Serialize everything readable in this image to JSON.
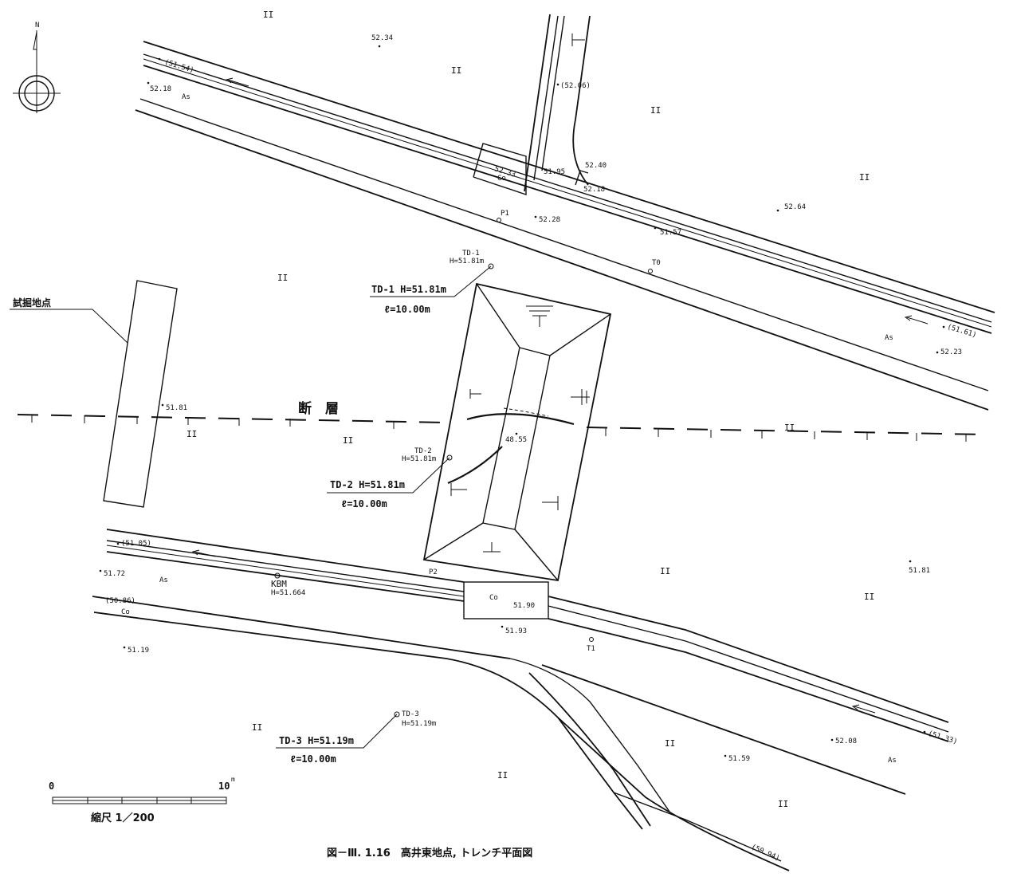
{
  "caption": "図－Ⅲ. 1.16　高井東地点, トレンチ平面図",
  "north": "N",
  "fault_label": "断　層",
  "test_pit_label": "試掘地点",
  "scale": {
    "zero": "0",
    "ten": "10",
    "unit": "m",
    "label": "縮尺 1／200"
  },
  "trenches": [
    {
      "id": "TD-1",
      "small_id": "TD-1",
      "small_h": "H=51.81m",
      "h_label": "TD-1 H=51.81m",
      "len_label": "ℓ=10.00m"
    },
    {
      "id": "TD-2",
      "small_id": "TD-2",
      "small_h": "H=51.81m",
      "h_label": "TD-2 H=51.81m",
      "len_label": "ℓ=10.00m"
    },
    {
      "id": "TD-3",
      "small_id": "TD-3",
      "small_h": "H=51.19m",
      "h_label": "TD-3 H=51.19m",
      "len_label": "ℓ=10.00m"
    }
  ],
  "kbm": {
    "label": "KBM",
    "h": "H=51.664"
  },
  "points": {
    "p1": "P1",
    "p2": "P2",
    "t0": "T0",
    "t1": "T1"
  },
  "elevations": {
    "e5234": "52.34",
    "e5154p": "(51.54)",
    "e5218a": "52.18",
    "e5206p": "(52.06)",
    "e5233": "52.33",
    "e5195": "51.95",
    "e5240": "52.40",
    "e5218b": "52.18",
    "e5228": "52.28",
    "e5264": "52.64",
    "e5157": "51.57",
    "e5161p": "(51.61)",
    "e5223": "52.23",
    "e5181a": "51.81",
    "e4855": "48.55",
    "e5105p": "(51.05)",
    "e5172": "51.72",
    "e5086p": "(50.86)",
    "e5190": "51.90",
    "e5193": "51.93",
    "e5119": "51.19",
    "e5181b": "51.81",
    "e5133p": "(51.33)",
    "e5208": "52.08",
    "e5159": "51.59",
    "e5094p": "(50.94)"
  },
  "surface_marks": {
    "as": "As",
    "co": "Co"
  },
  "symbols": {
    "field": "II"
  }
}
